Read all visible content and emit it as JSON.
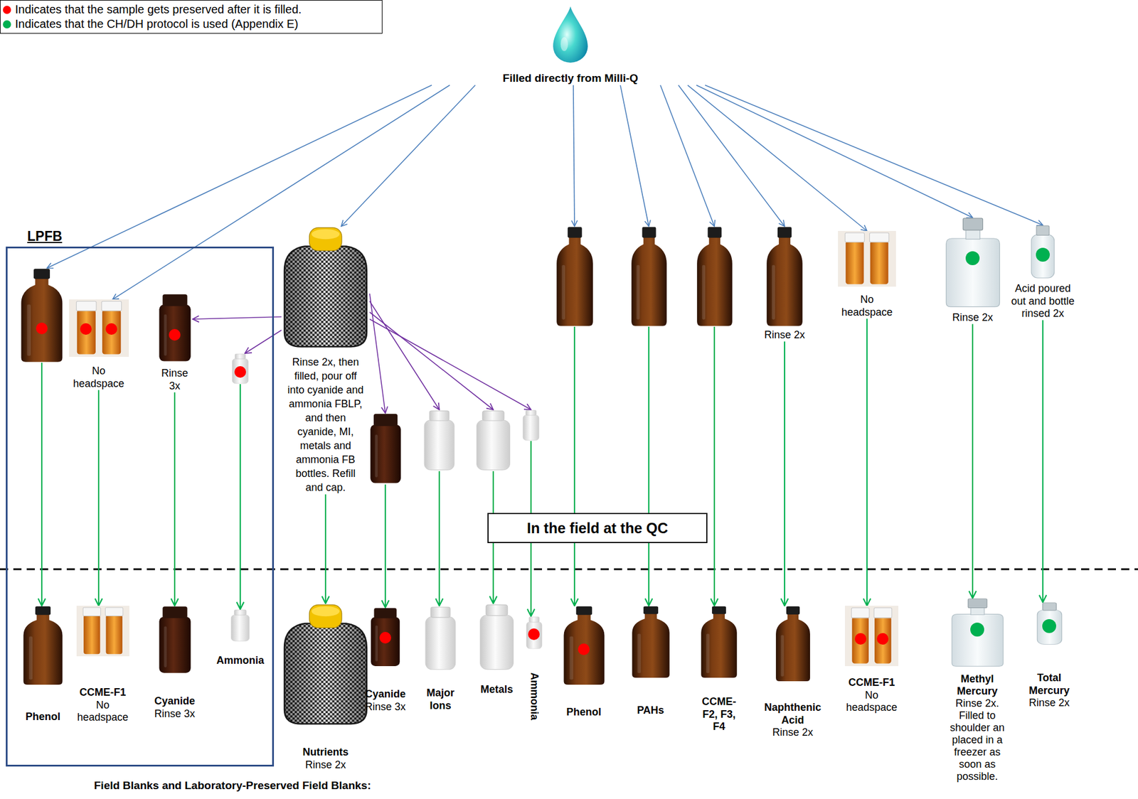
{
  "diagram": {
    "caption": "Field Blanks and Laboratory-Preserved Field Blanks:",
    "nodes": [
      {
        "text": [
          "Filled directly from Milli-Q"
        ]
      },
      {
        "text": [
          "LPFB"
        ]
      },
      {
        "text": [],
        "in": 1
      },
      {
        "text": [
          "No headspace"
        ],
        "in": 1
      },
      {
        "text": [
          "Rinse 3x"
        ],
        "in": 1
      },
      {
        "text": [],
        "in": 1
      },
      {
        "text": [
          "Rinse 2x, then filled, pour off into cyanide and ammonia FBLP, and then cyanide, MI, metals and ammonia FB bottles. Refill and cap."
        ]
      },
      {
        "text": []
      },
      {
        "text": []
      },
      {
        "text": []
      },
      {
        "text": []
      },
      {
        "text": []
      },
      {
        "text": []
      },
      {
        "text": []
      },
      {
        "text": [
          "Rinse 2x"
        ]
      },
      {
        "text": [
          "No headspace"
        ]
      },
      {
        "text": [
          "Rinse 2x"
        ]
      },
      {
        "text": [
          "Acid poured out and bottle rinsed 2x"
        ]
      },
      {
        "text": [
          "In the field at the QC"
        ]
      },
      {
        "text": [
          "Phenol"
        ],
        "in": 1
      },
      {
        "text": [
          "CCME-F1",
          "No headspace"
        ],
        "in": 1
      },
      {
        "text": [
          "Cyanide",
          "Rinse 3x"
        ],
        "in": 1
      },
      {
        "text": [
          "Ammonia"
        ],
        "in": 1
      },
      {
        "text": [
          "Nutrients",
          "Rinse 2x"
        ]
      },
      {
        "text": [
          "Cyanide",
          "Rinse 3x"
        ]
      },
      {
        "text": [
          "Major Ions"
        ]
      },
      {
        "text": [
          "Metals"
        ]
      },
      {
        "text": [
          "Ammonia"
        ]
      },
      {
        "text": [
          "Phenol"
        ]
      },
      {
        "text": [
          "PAHs"
        ]
      },
      {
        "text": [
          "CCME-F2, F3, F4"
        ]
      },
      {
        "text": [
          "Naphthenic Acid",
          "Rinse 2x"
        ]
      },
      {
        "text": [
          "CCME-F1",
          "No headspace"
        ]
      },
      {
        "text": [
          "Methyl Mercury",
          "Rinse 2x. Filled to shoulder an placed in a freezer as soon as possible."
        ]
      },
      {
        "text": [
          "Total Mercury",
          "Rinse 2x"
        ]
      }
    ],
    "edges": [
      {
        "from": 0,
        "to": 2,
        "arrow": "to"
      },
      {
        "from": 0,
        "to": 3,
        "arrow": "to"
      },
      {
        "from": 0,
        "to": 6,
        "arrow": "to"
      },
      {
        "from": 0,
        "to": 11,
        "arrow": "to"
      },
      {
        "from": 0,
        "to": 12,
        "arrow": "to"
      },
      {
        "from": 0,
        "to": 13,
        "arrow": "to"
      },
      {
        "from": 0,
        "to": 14,
        "arrow": "to"
      },
      {
        "from": 0,
        "to": 15,
        "arrow": "to"
      },
      {
        "from": 0,
        "to": 16,
        "arrow": "to"
      },
      {
        "from": 0,
        "to": 17,
        "arrow": "to"
      },
      {
        "from": 6,
        "to": 4,
        "arrow": "to"
      },
      {
        "from": 6,
        "to": 5,
        "arrow": "to"
      },
      {
        "from": 6,
        "to": 7,
        "arrow": "to"
      },
      {
        "from": 6,
        "to": 8,
        "arrow": "to"
      },
      {
        "from": 6,
        "to": 9,
        "arrow": "to"
      },
      {
        "from": 6,
        "to": 10,
        "arrow": "to"
      },
      {
        "from": 2,
        "to": 19,
        "arrow": "to"
      },
      {
        "from": 3,
        "to": 20,
        "arrow": "to"
      },
      {
        "from": 4,
        "to": 21,
        "arrow": "to"
      },
      {
        "from": 5,
        "to": 22,
        "arrow": "to"
      },
      {
        "from": 6,
        "to": 23,
        "arrow": "to"
      },
      {
        "from": 7,
        "to": 24,
        "arrow": "to"
      },
      {
        "from": 8,
        "to": 25,
        "arrow": "to"
      },
      {
        "from": 9,
        "to": 26,
        "arrow": "to"
      },
      {
        "from": 10,
        "to": 27,
        "arrow": "to"
      },
      {
        "from": 11,
        "to": 28,
        "arrow": "to"
      },
      {
        "from": 12,
        "to": 29,
        "arrow": "to"
      },
      {
        "from": 13,
        "to": 30,
        "arrow": "to"
      },
      {
        "from": 14,
        "to": 31,
        "arrow": "to"
      },
      {
        "from": 15,
        "to": 32,
        "arrow": "to"
      },
      {
        "from": 16,
        "to": 33,
        "arrow": "to"
      },
      {
        "from": 17,
        "to": 34,
        "arrow": "to"
      }
    ],
    "legend": [
      {
        "text": "Indicates that the sample gets preserved after it is filled.",
        "color": "#ff0000"
      },
      {
        "text": "Indicates that the CH/DH protocol is used (Appendix E)",
        "color": "#00b050"
      }
    ]
  }
}
